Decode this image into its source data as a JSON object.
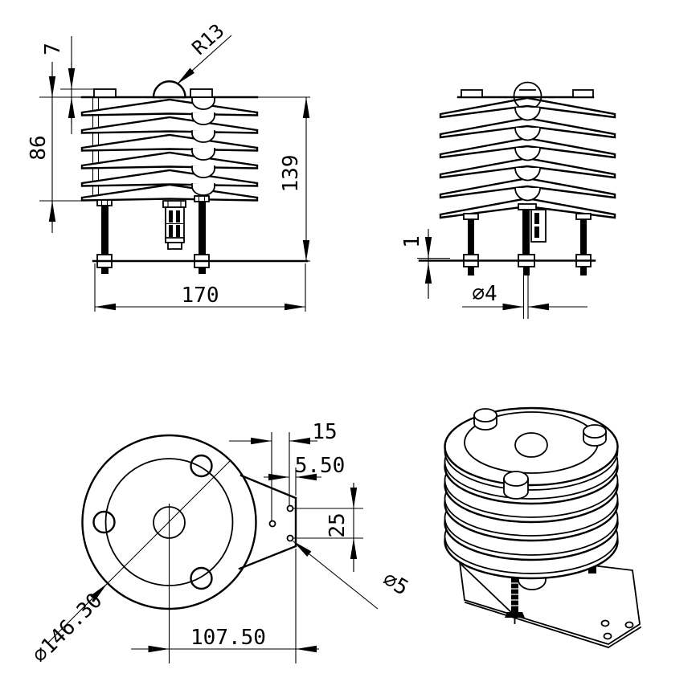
{
  "drawing": {
    "front_view": {
      "dims": {
        "boss_height": "7",
        "stack_height": "86",
        "total_height": "139",
        "base_width": "170",
        "dome_radius": "R13"
      }
    },
    "side_view": {
      "dims": {
        "plate_thickness": "1",
        "bolt_diameter": "∅4"
      }
    },
    "top_view": {
      "dims": {
        "hole_offset": "15",
        "edge_offset": "5.50",
        "hole_spacing": "25",
        "small_hole_diameter": "∅5",
        "outer_diameter": "∅146.30",
        "center_to_bracket": "107.50"
      }
    },
    "colors": {
      "line": "#000000",
      "background": "#ffffff"
    }
  }
}
